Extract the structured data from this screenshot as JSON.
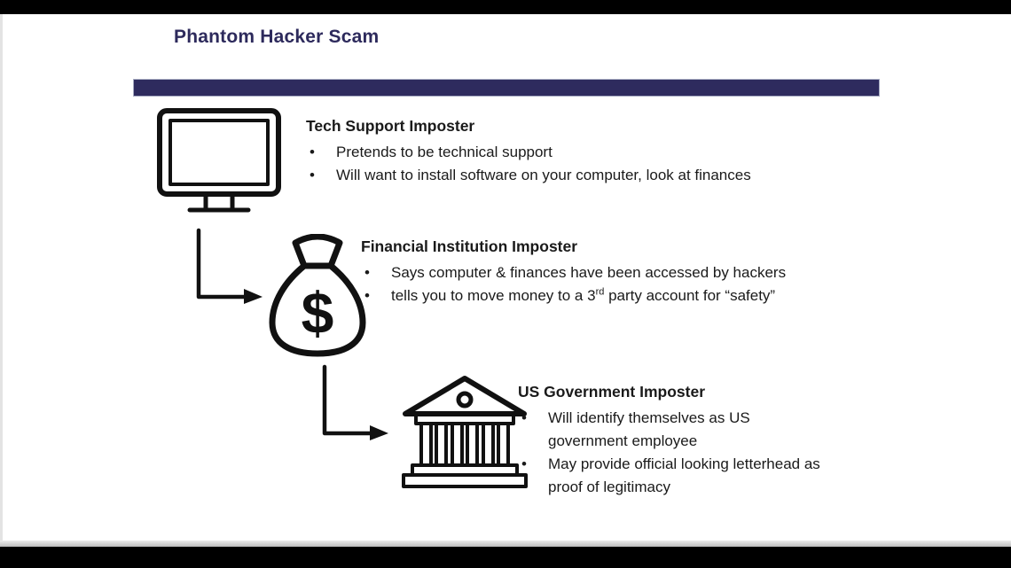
{
  "slide": {
    "title": "Phantom Hacker Scam",
    "accent_color": "#2e2b5e",
    "title_color": "#2d2a5c",
    "text_color": "#1a1a1a",
    "icon_color": "#111111",
    "background": "#ffffff",
    "letterbox_color": "#000000"
  },
  "glyphs": {
    "bullet": "•",
    "dollar": "$"
  },
  "icons": {
    "stage1": "computer-monitor",
    "stage2": "money-bag",
    "stage3": "government-building",
    "connector": "elbow-arrow"
  },
  "stages": [
    {
      "heading": "Tech Support Imposter",
      "bullets": [
        {
          "lines": [
            "Pretends to be technical support"
          ]
        },
        {
          "lines": [
            "Will want to install software on your computer, look at finances"
          ]
        }
      ]
    },
    {
      "heading": "Financial Institution Imposter",
      "bullets": [
        {
          "lines": [
            "Says computer & finances have been accessed by hackers"
          ]
        },
        {
          "pre": "tells you to move money to a 3",
          "sup": "rd",
          "post": " party account for “safety”"
        }
      ]
    },
    {
      "heading": "US Government Imposter",
      "bullets": [
        {
          "lines": [
            "Will identify themselves as US",
            "government employee"
          ]
        },
        {
          "lines": [
            "May provide official looking letterhead as",
            "proof of legitimacy"
          ]
        }
      ]
    }
  ]
}
